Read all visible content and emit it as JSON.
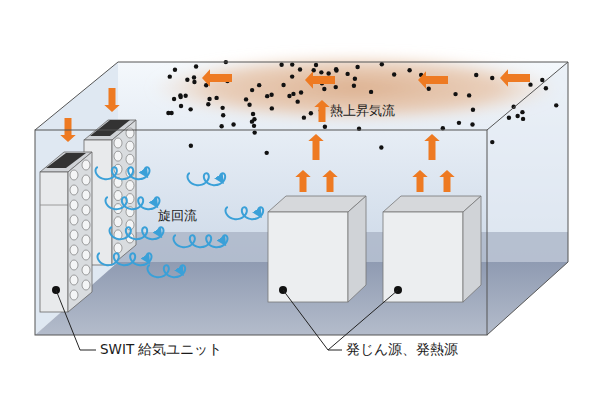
{
  "diagram": {
    "labels": [
      "熱上昇気流",
      "旋回流",
      "SWIT 給気ユニット",
      "発じん源、発熱源"
    ]
  }
}
